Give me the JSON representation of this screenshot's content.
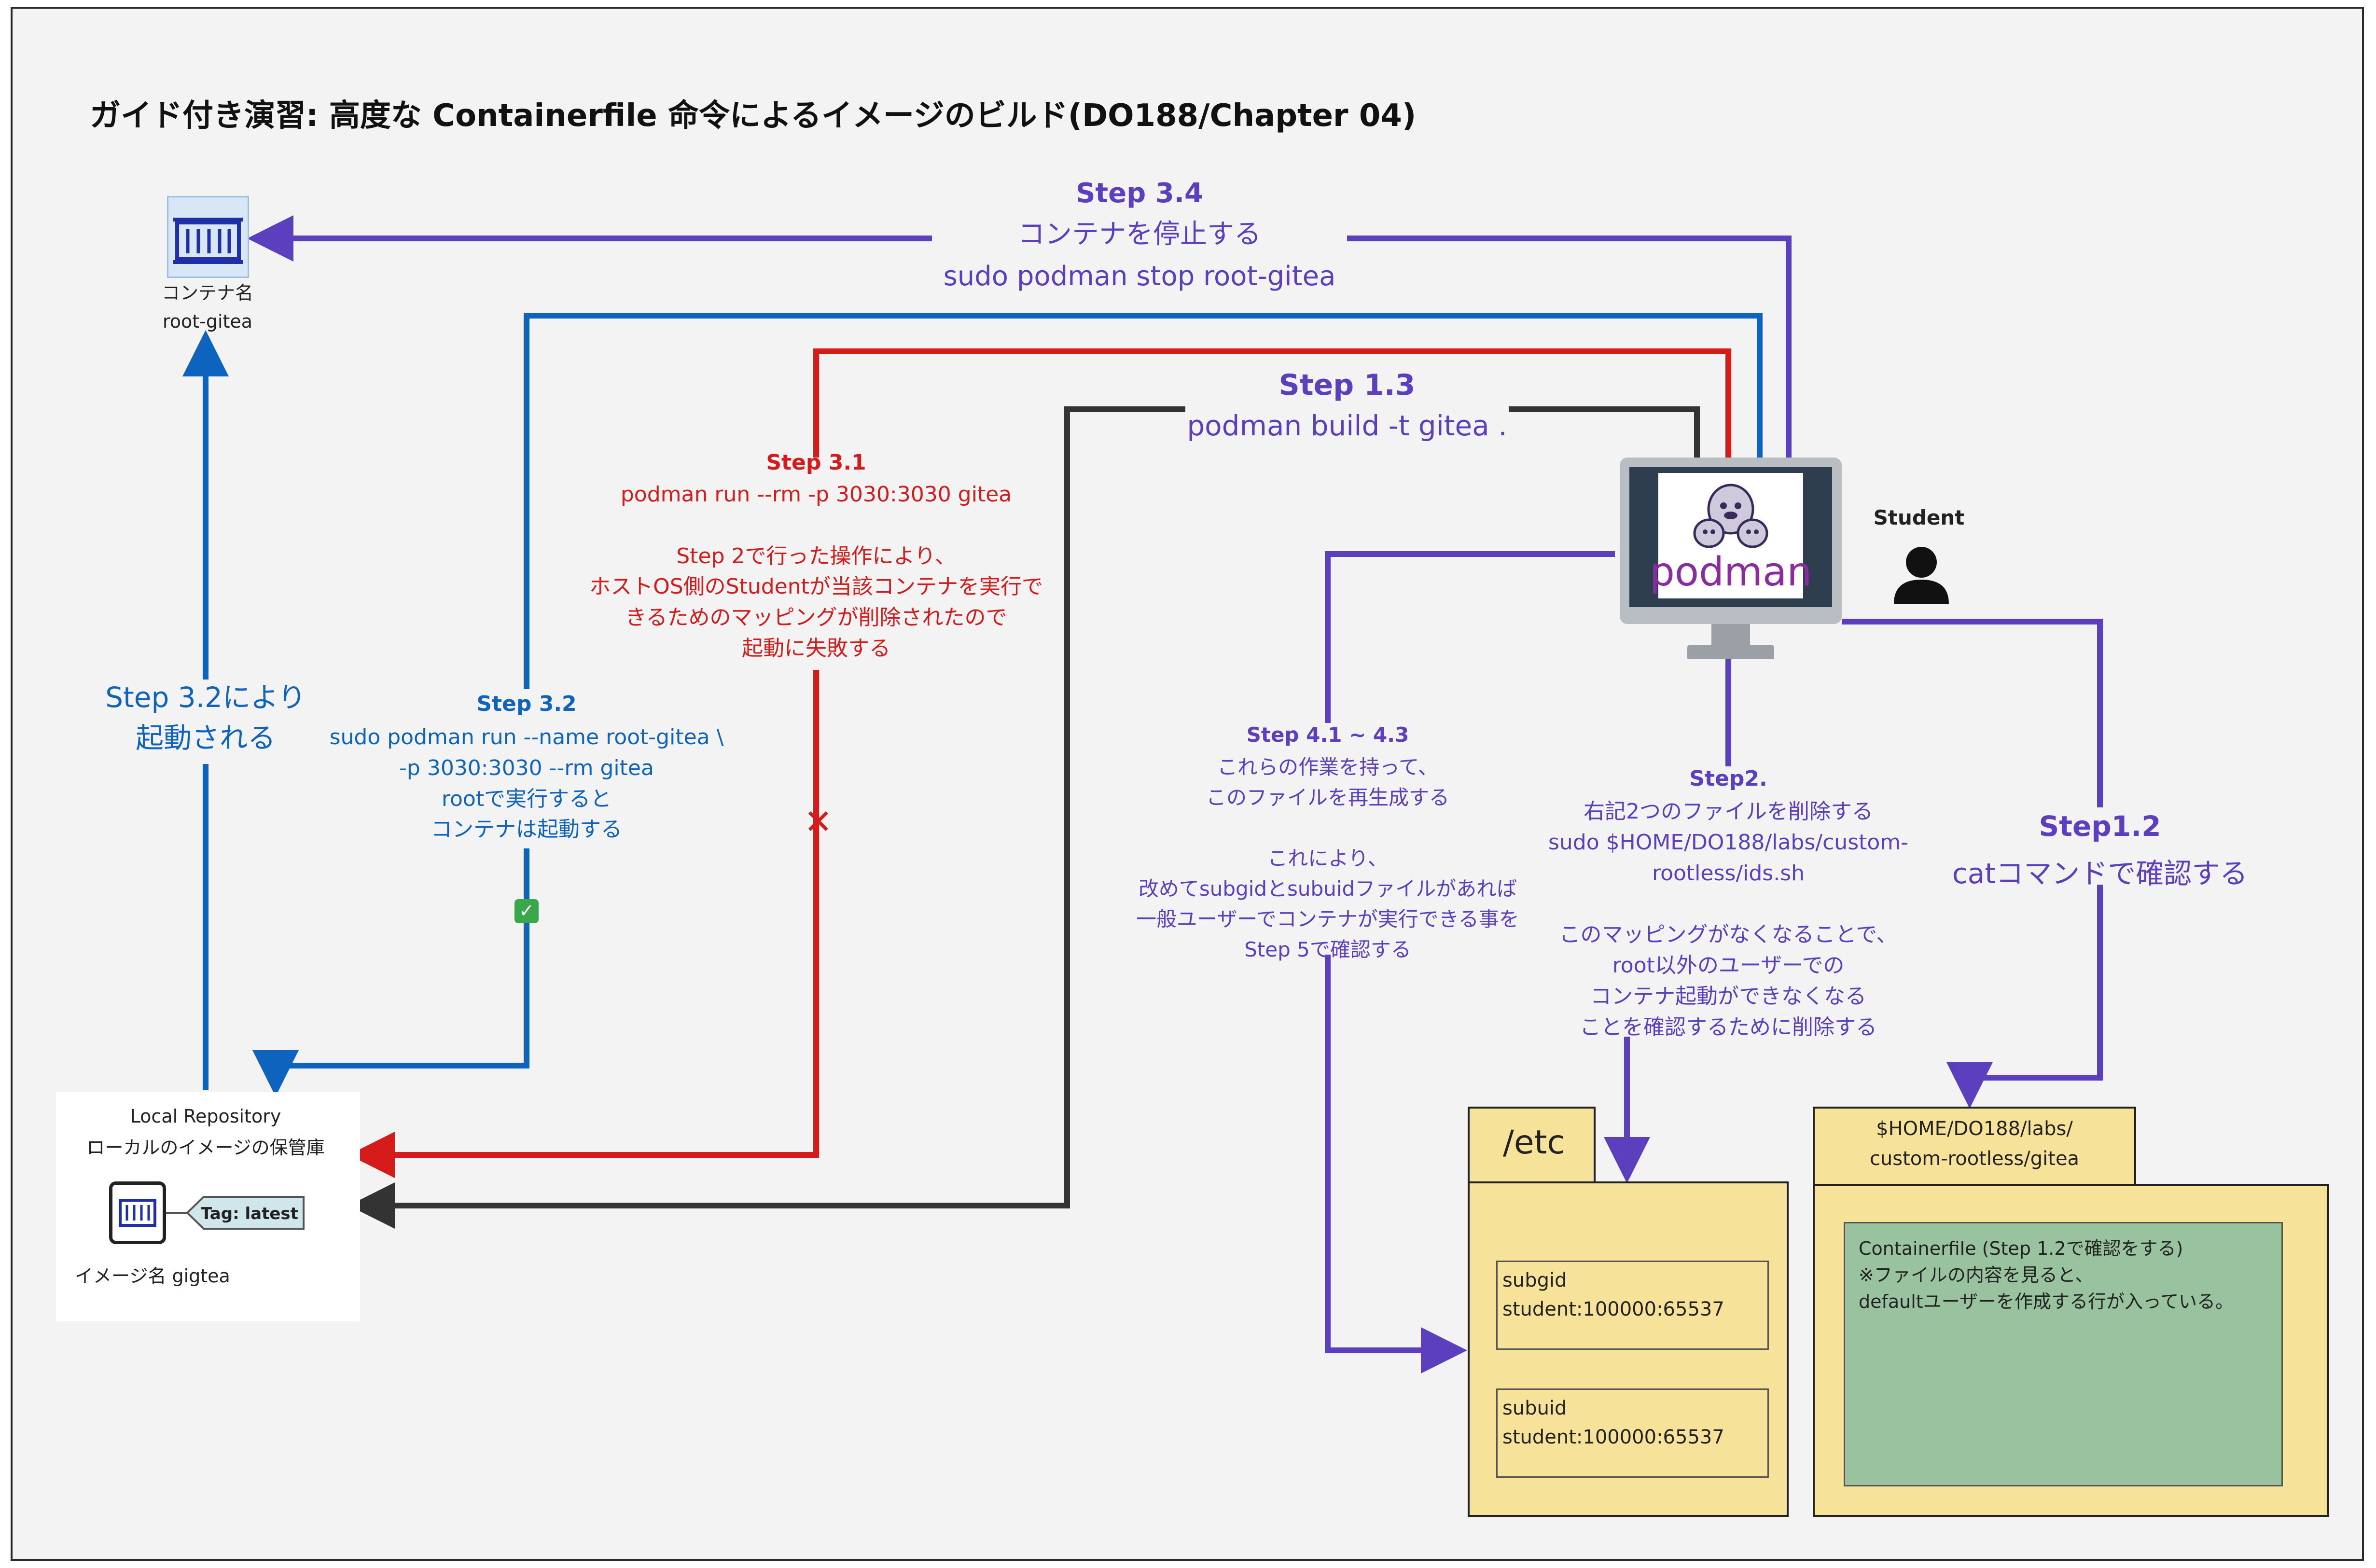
{
  "title": "ガイド付き演習: 高度な Containerfile 命令によるイメージのビルド(DO188/Chapter 04)",
  "container": {
    "label": "コンテナ名\nroot-gitea"
  },
  "local_repository": {
    "title": "Local Repository",
    "subtitle": "ローカルのイメージの保管庫",
    "tag": "Tag: latest",
    "image_label": "イメージ名 gigtea"
  },
  "podman": {
    "logo_text": "podman"
  },
  "student": {
    "label": "Student"
  },
  "steps": {
    "s34": {
      "heading": "Step 3.4",
      "body": "コンテナを停止する\nsudo podman stop root-gitea"
    },
    "s13": {
      "heading": "Step 1.3",
      "body": "podman build -t gitea ."
    },
    "s31": {
      "heading": "Step 3.1",
      "body": "podman run --rm -p 3030:3030 gitea\n\nStep 2で行った操作により、\nホストOS側のStudentが当該コンテナを実行で\nきるためのマッピングが削除されたので\n起動に失敗する"
    },
    "s32": {
      "heading": "Step 3.2",
      "body": "sudo podman run --name root-gitea \\\n-p 3030:3030 --rm gitea\nrootで実行すると\nコンテナは起動する"
    },
    "s32_started": "Step 3.2により\n起動される",
    "s41": {
      "heading": "Step 4.1 ~ 4.3",
      "body": "これらの作業を持って、\nこのファイルを再生成する\n\nこれにより、\n改めてsubgidとsubuidファイルがあれば\n一般ユーザーでコンテナが実行できる事を\nStep 5で確認する"
    },
    "s2": {
      "heading": "Step2.",
      "body": "右記2つのファイルを削除する\nsudo $HOME/DO188/labs/custom-\nrootless/ids.sh\n\nこのマッピングがなくなることで、\nroot以外のユーザーでの\nコンテナ起動ができなくなる\nことを確認するために削除する"
    },
    "s12": {
      "heading": "Step1.2",
      "body": "catコマンドで確認する"
    }
  },
  "markers": {
    "fail": "✕",
    "ok": "✓"
  },
  "etc_folder": {
    "tab": "/etc",
    "subgid": "subgid\nstudent:100000:65537",
    "subuid": "subuid\nstudent:100000:65537"
  },
  "gitea_folder": {
    "tab": "$HOME/DO188/labs/\ncustom-rootless/gitea",
    "note": "Containerfile (Step 1.2で確認をする)\n※ファイルの内容を見ると、\ndefaultユーザーを作成する行が入っている。"
  },
  "colors": {
    "purple": "#5b3fbe",
    "blue": "#0d63be",
    "red": "#d61b1b",
    "dark": "#333333",
    "folder_yellow": "#f7e29a",
    "note_green": "#99c39e"
  }
}
